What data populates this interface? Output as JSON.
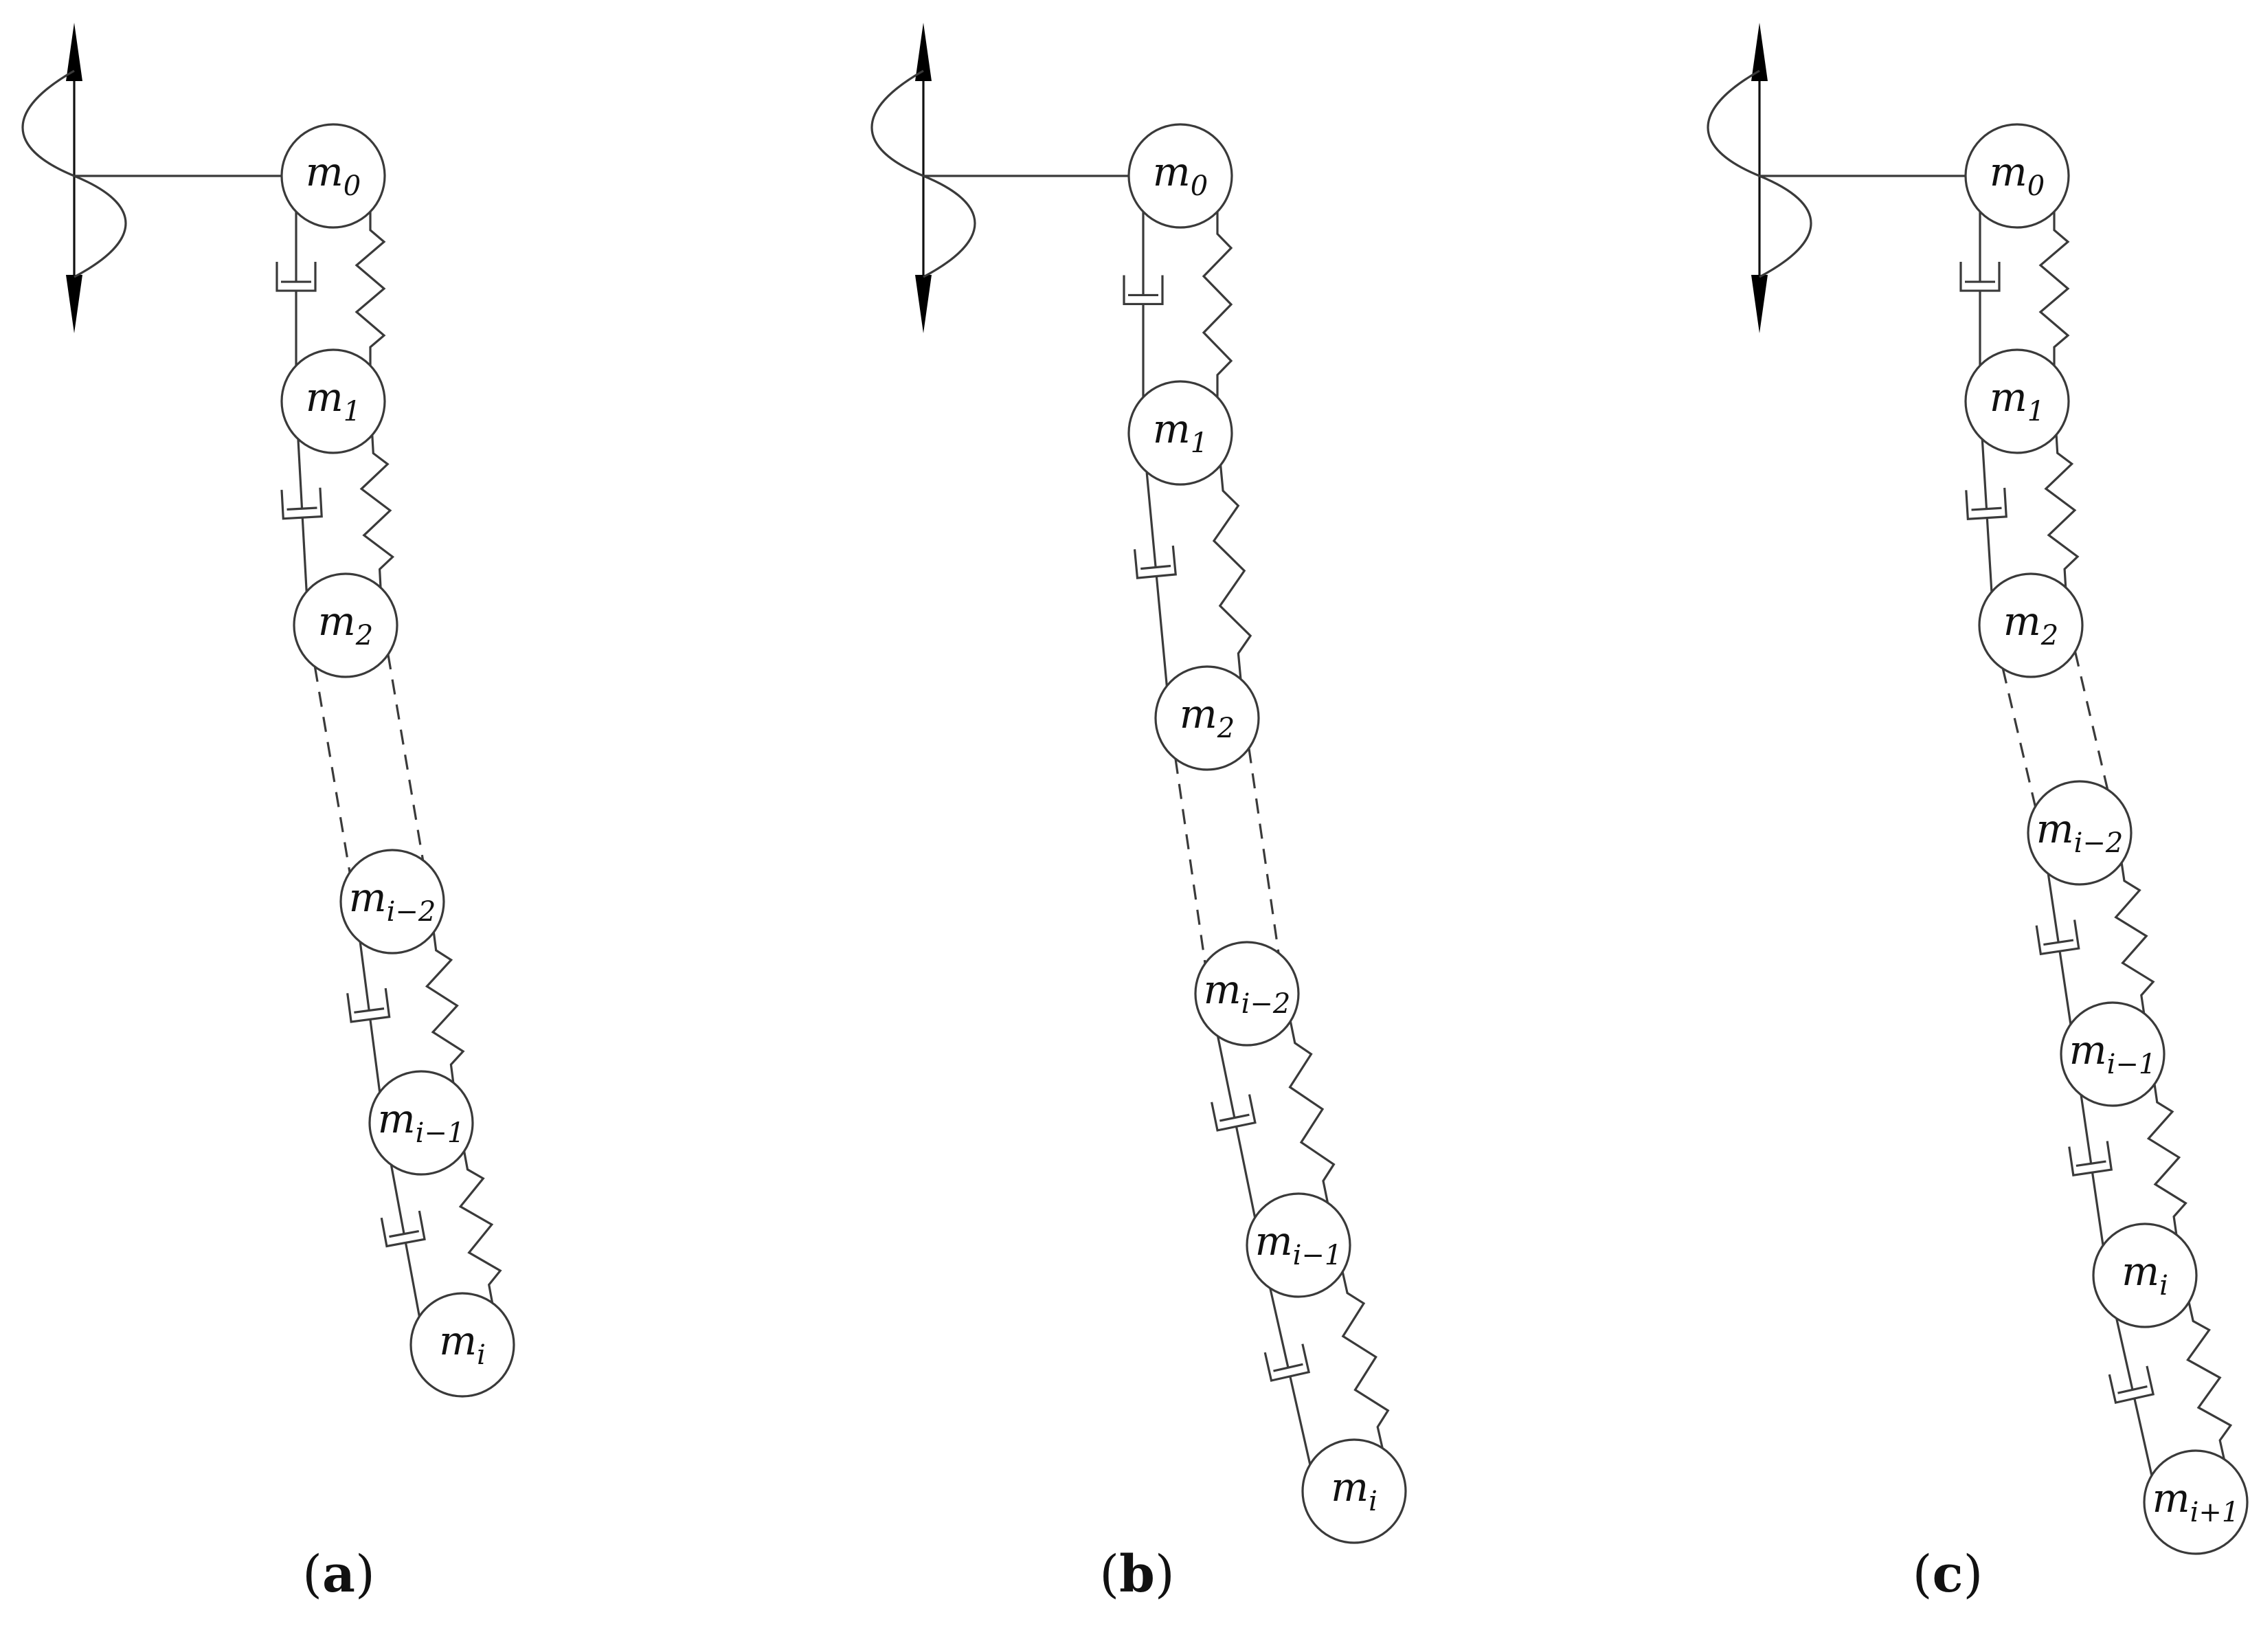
{
  "panels": [
    {
      "id": "a",
      "label": "a",
      "nodes": [
        {
          "base": "m",
          "sub": "0"
        },
        {
          "base": "m",
          "sub": "1"
        },
        {
          "base": "m",
          "sub": "2"
        },
        {
          "base": "m",
          "sub": "i−2"
        },
        {
          "base": "m",
          "sub": "i−1"
        },
        {
          "base": "m",
          "sub": "i"
        }
      ],
      "links": [
        "spring-damper",
        "spring-damper",
        "dashed",
        "spring-damper",
        "spring-damper"
      ]
    },
    {
      "id": "b",
      "label": "b",
      "nodes": [
        {
          "base": "m",
          "sub": "0"
        },
        {
          "base": "m",
          "sub": "1"
        },
        {
          "base": "m",
          "sub": "2"
        },
        {
          "base": "m",
          "sub": "i−2"
        },
        {
          "base": "m",
          "sub": "i−1"
        },
        {
          "base": "m",
          "sub": "i"
        }
      ],
      "links": [
        "spring-damper",
        "spring-damper",
        "dashed",
        "spring-damper",
        "spring-damper"
      ]
    },
    {
      "id": "c",
      "label": "c",
      "nodes": [
        {
          "base": "m",
          "sub": "0"
        },
        {
          "base": "m",
          "sub": "1"
        },
        {
          "base": "m",
          "sub": "2"
        },
        {
          "base": "m",
          "sub": "i−2"
        },
        {
          "base": "m",
          "sub": "i−1"
        },
        {
          "base": "m",
          "sub": "i"
        },
        {
          "base": "m",
          "sub": "i+1"
        }
      ],
      "links": [
        "spring-damper",
        "spring-damper",
        "dashed",
        "spring-damper",
        "spring-damper",
        "spring-damper"
      ]
    }
  ],
  "excitation": {
    "arrow_icon": "double-headed-vertical-arrow",
    "wave_icon": "sine-wave"
  },
  "colors": {
    "stroke": "#3a3a3a",
    "text": "#111111",
    "background": "#ffffff"
  }
}
